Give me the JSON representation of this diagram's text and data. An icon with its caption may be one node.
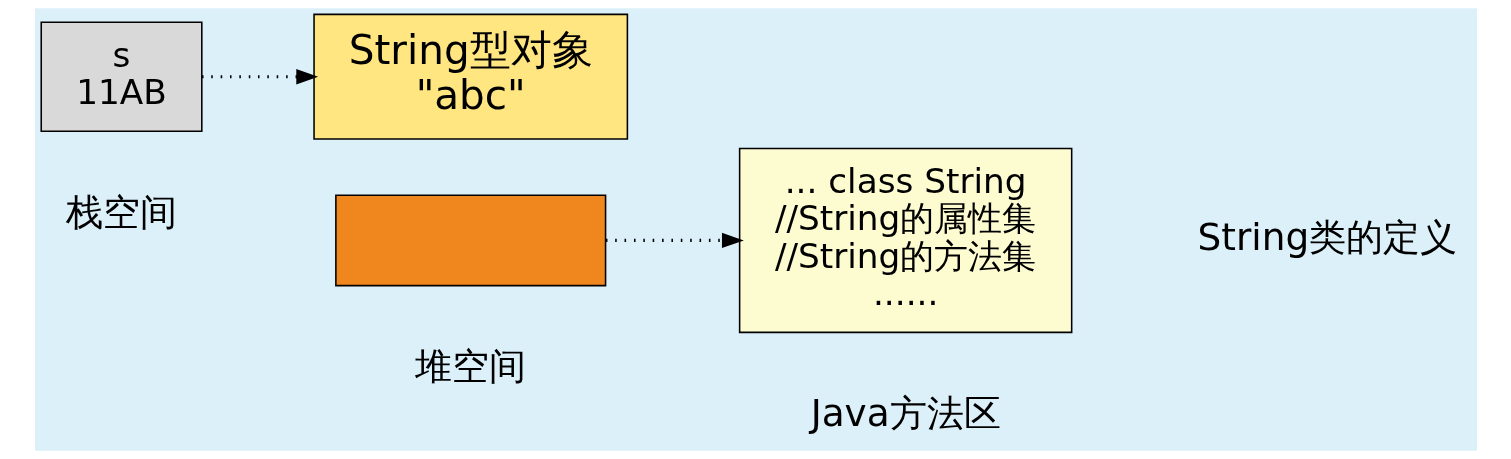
{
  "diagram": {
    "nodes": [
      {
        "text": [
          "s",
          "11AB"
        ]
      },
      {
        "text": [
          "String型对象",
          "\"abc\""
        ]
      },
      {
        "text": [],
        "shape": "box"
      },
      {
        "text": [
          "... class String",
          "//String的属性集",
          "//String的方法集",
          "......"
        ]
      }
    ],
    "edges": [
      {
        "from": 0,
        "to": 1,
        "arrow": "to",
        "style": "dashed"
      },
      {
        "from": 2,
        "to": 3,
        "arrow": "to",
        "style": "dashed"
      }
    ],
    "labels": [
      "String类的定义",
      "栈空间",
      "堆空间",
      "Java方法区"
    ]
  }
}
